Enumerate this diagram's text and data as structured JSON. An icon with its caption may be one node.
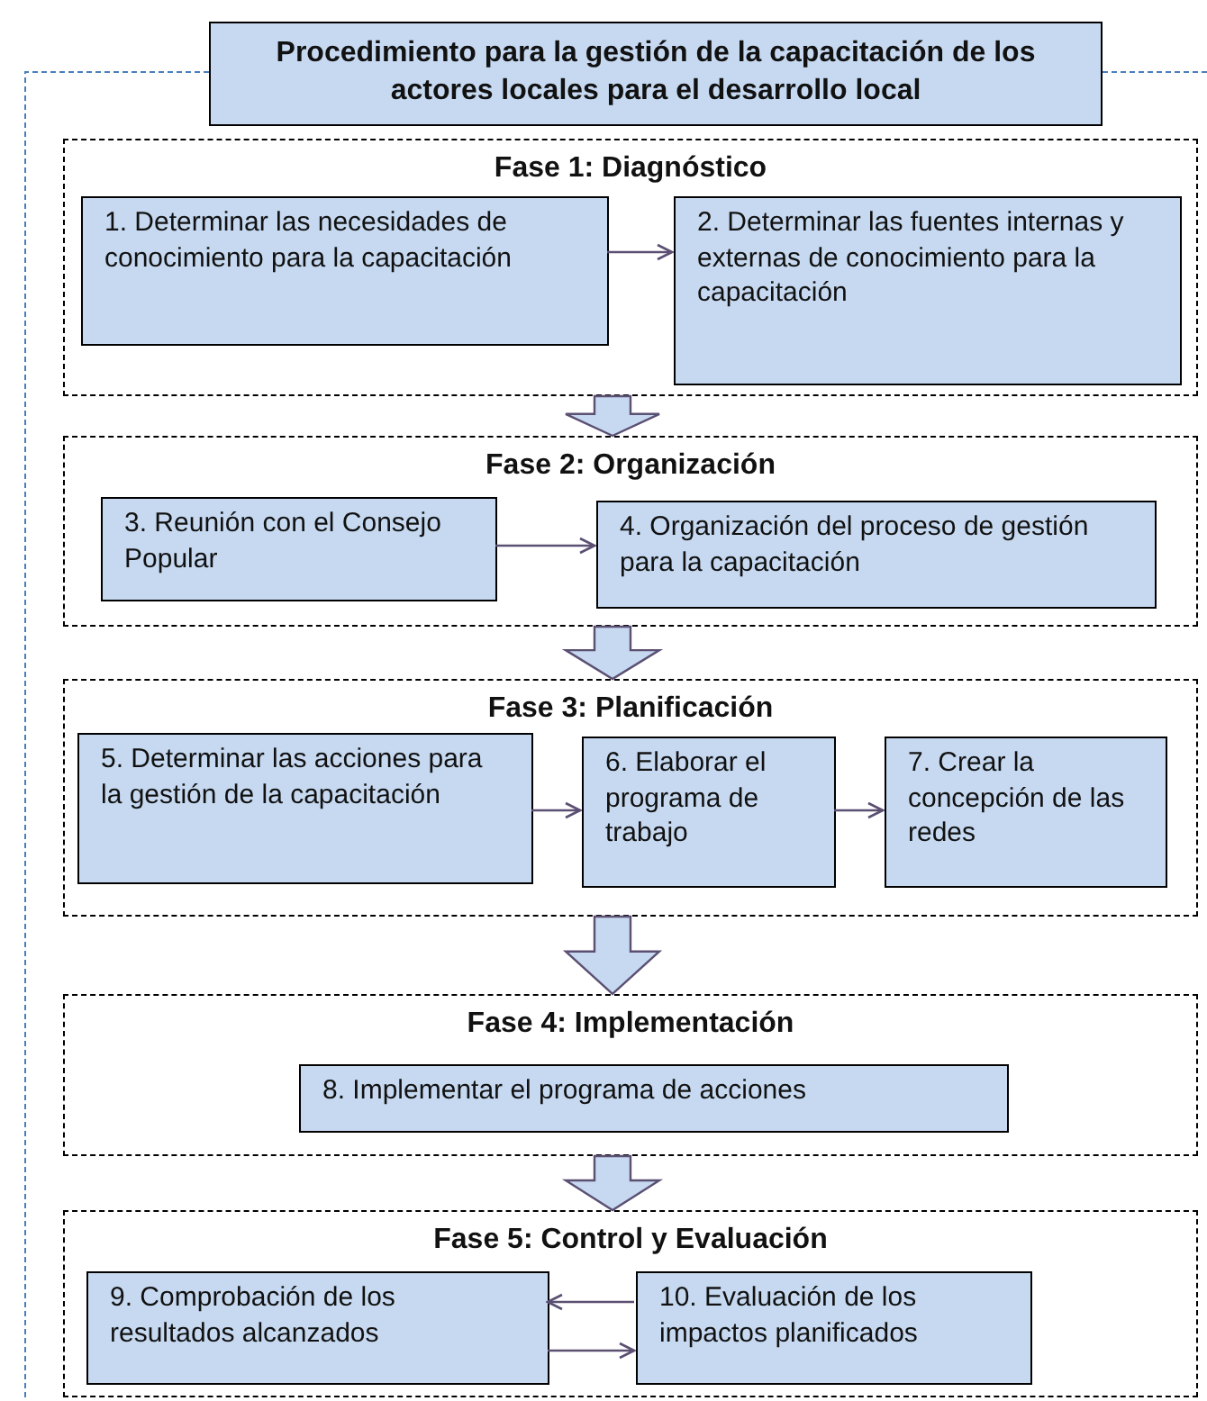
{
  "diagram": {
    "nodes": [
      {
        "text": [
          "Procedimiento para la gestión de la capacitación de los actores locales para el desarrollo local"
        ]
      },
      {
        "text": [
          "Fase 1: Diagnóstico"
        ]
      },
      {
        "text": [
          "1. Determinar las necesidades de conocimiento para la capacitación"
        ],
        "in": 1
      },
      {
        "text": [
          "2. Determinar las fuentes internas y externas de conocimiento para la capacitación"
        ],
        "in": 1
      },
      {
        "text": [
          "Fase 2: Organización"
        ]
      },
      {
        "text": [
          "3. Reunión con el Consejo Popular"
        ],
        "in": 4
      },
      {
        "text": [
          "4. Organización del proceso de gestión para la capacitación"
        ],
        "in": 4
      },
      {
        "text": [
          "Fase 3: Planificación"
        ]
      },
      {
        "text": [
          "5. Determinar las acciones para la gestión de la capacitación"
        ],
        "in": 7
      },
      {
        "text": [
          "6. Elaborar el programa de trabajo"
        ],
        "in": 7
      },
      {
        "text": [
          "7. Crear la concepción de las redes"
        ],
        "in": 7
      },
      {
        "text": [
          "Fase 4: Implementación"
        ]
      },
      {
        "text": [
          "8. Implementar el programa de acciones"
        ],
        "in": 11
      },
      {
        "text": [
          "Fase 5: Control y Evaluación"
        ]
      },
      {
        "text": [
          "9. Comprobación de los resultados alcanzados"
        ],
        "in": 13
      },
      {
        "text": [
          "10. Evaluación de los impactos planificados"
        ],
        "in": 13
      }
    ],
    "edges": [
      {
        "from": 2,
        "to": 3,
        "arrow": "to"
      },
      {
        "from": 1,
        "to": 4,
        "arrow": "to",
        "style": "thick"
      },
      {
        "from": 5,
        "to": 6,
        "arrow": "to"
      },
      {
        "from": 4,
        "to": 7,
        "arrow": "to",
        "style": "thick"
      },
      {
        "from": 8,
        "to": 9,
        "arrow": "to"
      },
      {
        "from": 9,
        "to": 10,
        "arrow": "to"
      },
      {
        "from": 7,
        "to": 11,
        "arrow": "to",
        "style": "thick"
      },
      {
        "from": 11,
        "to": 13,
        "arrow": "to",
        "style": "thick"
      },
      {
        "from": 15,
        "to": 14,
        "arrow": "to"
      },
      {
        "from": 14,
        "to": 15,
        "arrow": "to"
      }
    ]
  }
}
